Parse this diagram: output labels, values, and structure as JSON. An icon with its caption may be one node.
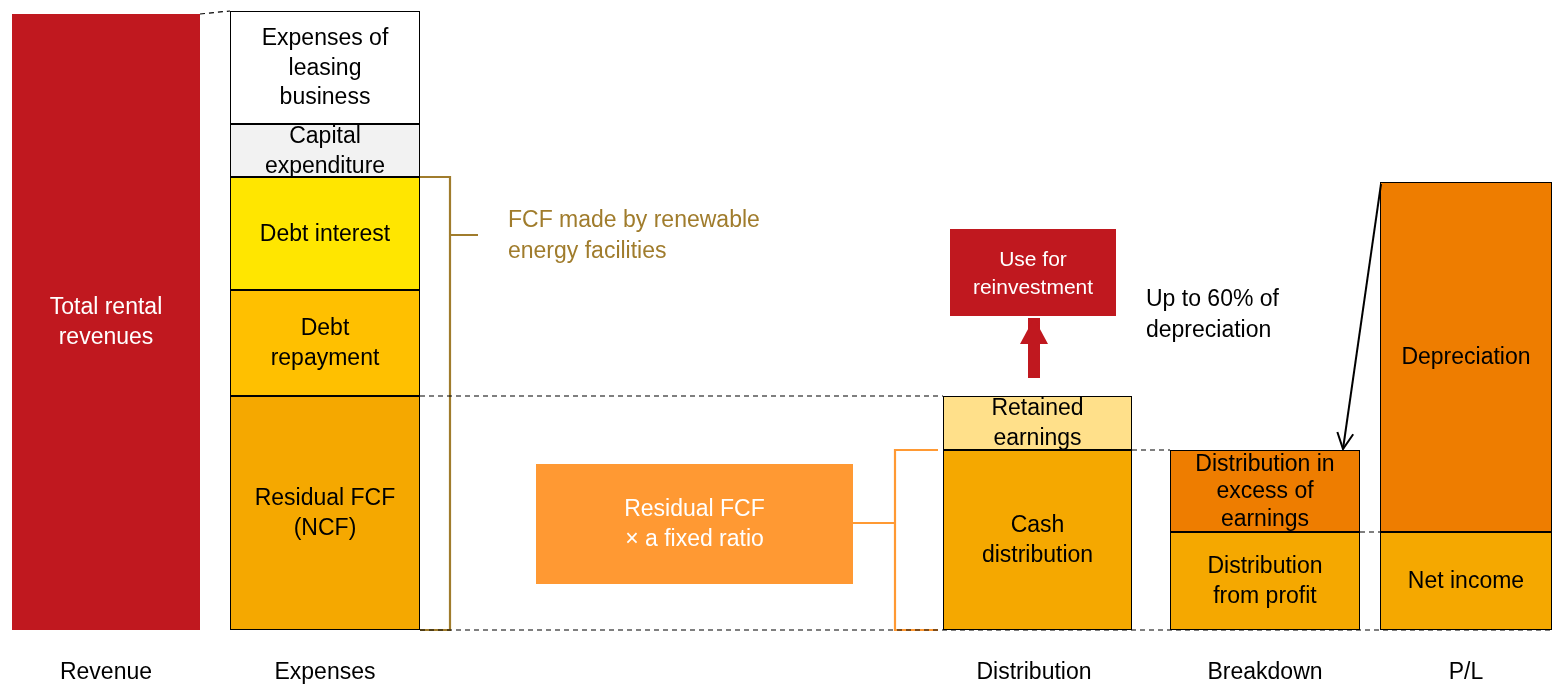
{
  "diagram": {
    "nodes": [
      {
        "text": [
          "Total rental revenues"
        ]
      },
      {
        "text": [
          "Expenses of leasing business"
        ]
      },
      {
        "text": [
          "Capital expenditure"
        ]
      },
      {
        "text": [
          "Debt interest"
        ]
      },
      {
        "text": [
          "Debt repayment"
        ]
      },
      {
        "text": [
          "Residual FCF (NCF)"
        ]
      },
      {
        "text": [
          "Use for reinvestment"
        ]
      },
      {
        "text": [
          "Retained earnings"
        ]
      },
      {
        "text": [
          "Cash distribution"
        ]
      },
      {
        "text": [
          "Residual FCF × a fixed ratio"
        ]
      },
      {
        "text": [
          "Distribution in excess of earnings"
        ]
      },
      {
        "text": [
          "Distribution from profit"
        ]
      },
      {
        "text": [
          "Depreciation"
        ]
      },
      {
        "text": [
          "Net income"
        ]
      }
    ],
    "edges": [
      {
        "from": 7,
        "to": 6,
        "arrow": "to",
        "style": "thick",
        "color": "#c0181f"
      },
      {
        "from": 12,
        "to": 10,
        "arrow": "to",
        "label": "Up to 60% of depreciation"
      },
      {
        "from": 0,
        "to": 1,
        "arrow": "none",
        "style": "dashed"
      },
      {
        "from": 4,
        "to": 7,
        "arrow": "none",
        "style": "dashed"
      },
      {
        "from": 7,
        "to": 10,
        "arrow": "none",
        "style": "dashed"
      },
      {
        "from": 10,
        "to": 13,
        "arrow": "none",
        "style": "dashed"
      },
      {
        "from": 5,
        "to": 13,
        "arrow": "none",
        "style": "dashed"
      }
    ],
    "labels": [
      "FCF made by renewable energy facilities",
      "Revenue",
      "Expenses",
      "Distribution",
      "Breakdown",
      "P/L"
    ]
  }
}
